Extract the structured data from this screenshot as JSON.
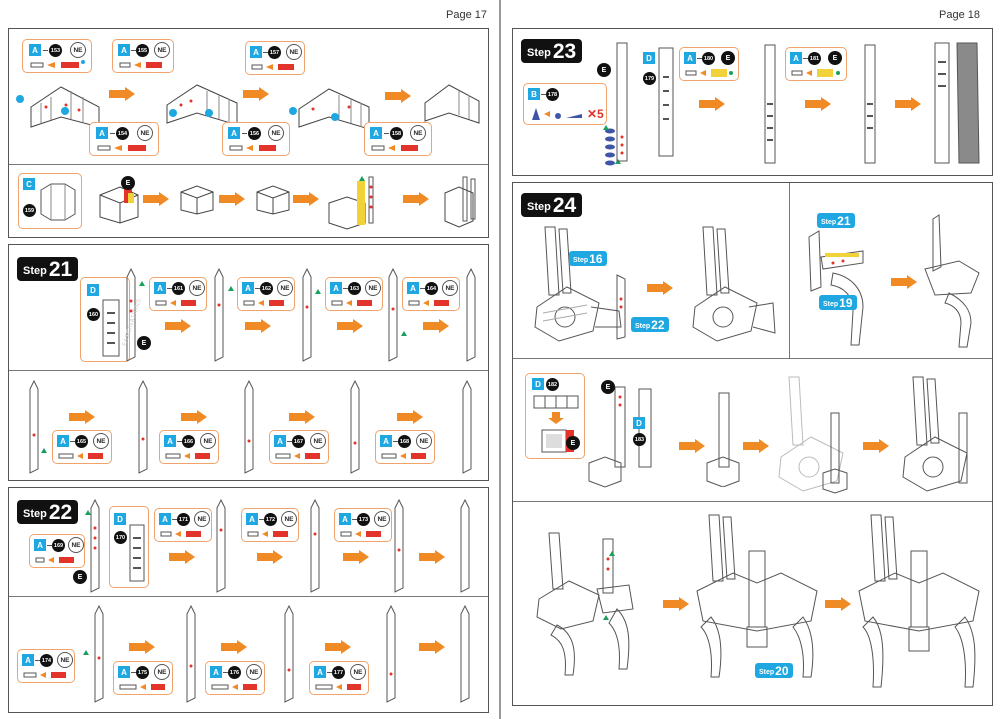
{
  "pages": [
    {
      "number_label": "Page 17"
    },
    {
      "number_label": "Page 18"
    }
  ],
  "steps": {
    "s21": {
      "word": "Step",
      "number": "21"
    },
    "s22": {
      "word": "Step",
      "number": "22"
    },
    "s23": {
      "word": "Step",
      "number": "23"
    },
    "s24": {
      "word": "Step",
      "number": "24"
    }
  },
  "refs": {
    "r16": {
      "word": "Step",
      "number": "16"
    },
    "r22": {
      "word": "Step",
      "number": "22"
    },
    "r21": {
      "word": "Step",
      "number": "21"
    },
    "r19": {
      "word": "Step",
      "number": "19"
    },
    "r20": {
      "word": "Step",
      "number": "20"
    }
  },
  "tags": {
    "ne": "NE",
    "e": "E",
    "quantity": "✕5"
  },
  "callouts_p17": [
    {
      "letter": "A",
      "part": "153"
    },
    {
      "letter": "A",
      "part": "154"
    },
    {
      "letter": "A",
      "part": "155"
    },
    {
      "letter": "A",
      "part": "156"
    },
    {
      "letter": "A",
      "part": "157"
    },
    {
      "letter": "A",
      "part": "158"
    },
    {
      "letter": "A",
      "part": "161"
    },
    {
      "letter": "A",
      "part": "162"
    },
    {
      "letter": "A",
      "part": "163"
    },
    {
      "letter": "A",
      "part": "164"
    },
    {
      "letter": "A",
      "part": "165"
    },
    {
      "letter": "A",
      "part": "166"
    },
    {
      "letter": "A",
      "part": "167"
    },
    {
      "letter": "A",
      "part": "168"
    },
    {
      "letter": "A",
      "part": "169"
    },
    {
      "letter": "A",
      "part": "171"
    },
    {
      "letter": "A",
      "part": "172"
    },
    {
      "letter": "A",
      "part": "173"
    },
    {
      "letter": "A",
      "part": "174"
    },
    {
      "letter": "A",
      "part": "175"
    },
    {
      "letter": "A",
      "part": "176"
    },
    {
      "letter": "A",
      "part": "177"
    }
  ],
  "sheet_parts": [
    {
      "letter": "C",
      "part": "159"
    },
    {
      "letter": "D",
      "part": "160"
    },
    {
      "letter": "D",
      "part": "170"
    },
    {
      "letter": "D",
      "part": "179"
    },
    {
      "letter": "D",
      "part": "182"
    },
    {
      "letter": "D",
      "part": "183"
    }
  ],
  "callouts_p18": [
    {
      "letter": "B",
      "part": "178"
    },
    {
      "letter": "A",
      "part": "180"
    },
    {
      "letter": "A",
      "part": "181"
    }
  ],
  "watermark": "FASCINATIONS",
  "colors": {
    "accent_blue": "#1ea7e1",
    "arrow_orange": "#f08a24",
    "callout_border": "#f0a36a",
    "marker_green": "#19a05a",
    "pin_red": "#e2342a"
  }
}
